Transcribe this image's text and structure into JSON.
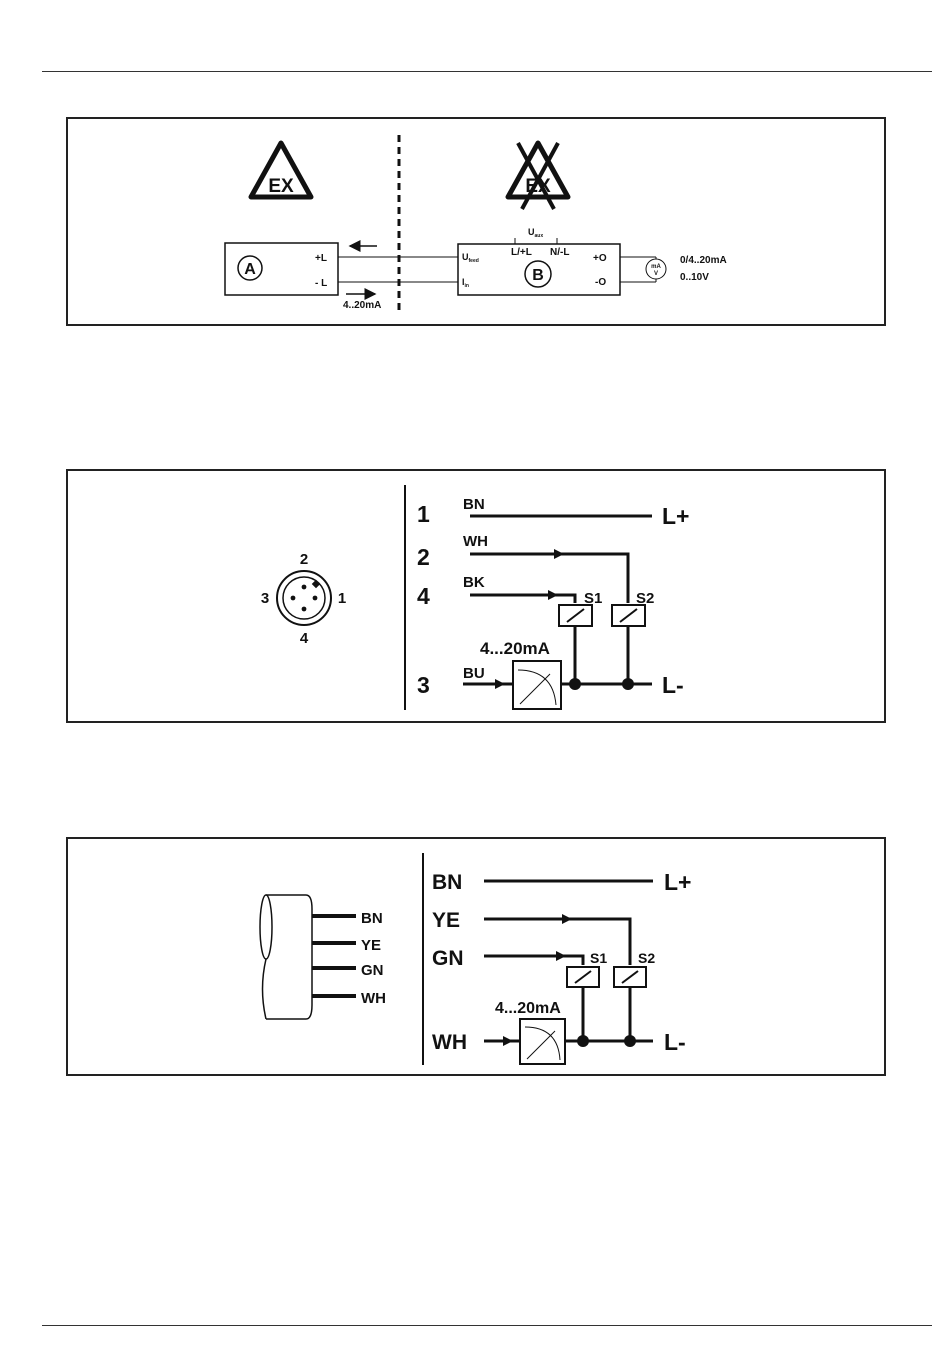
{
  "panel1": {
    "device_a": "A",
    "device_b": "B",
    "ex_label": "EX",
    "ex_label_crossed": "EX",
    "a_plus": "+L",
    "a_minus": "- L",
    "current_label": "4..20mA",
    "u_aux": "U",
    "u_aux_sub": "aux",
    "l_plus": "L/+L",
    "n_minus": "N/-L",
    "u_feed": "U",
    "u_feed_sub": "feed",
    "i_in": "I",
    "i_in_sub": "in",
    "out_plus": "+O",
    "out_minus": "-O",
    "meter_top": "mA",
    "meter_bottom": "V",
    "output_current": "0/4..20mA",
    "output_voltage": "0..10V"
  },
  "panel2": {
    "pins": [
      "2",
      "3",
      "1",
      "4"
    ],
    "wires": [
      {
        "pin": "1",
        "color": "BN"
      },
      {
        "pin": "2",
        "color": "WH"
      },
      {
        "pin": "4",
        "color": "BK"
      },
      {
        "pin": "3",
        "color": "BU"
      }
    ],
    "l_plus": "L+",
    "l_minus": "L-",
    "switch1": "S1",
    "switch2": "S2",
    "current": "4...20mA"
  },
  "panel3": {
    "cable_wires": [
      "BN",
      "YE",
      "GN",
      "WH"
    ],
    "wires": [
      "BN",
      "YE",
      "GN",
      "WH"
    ],
    "l_plus": "L+",
    "l_minus": "L-",
    "switch1": "S1",
    "switch2": "S2",
    "current": "4...20mA"
  }
}
